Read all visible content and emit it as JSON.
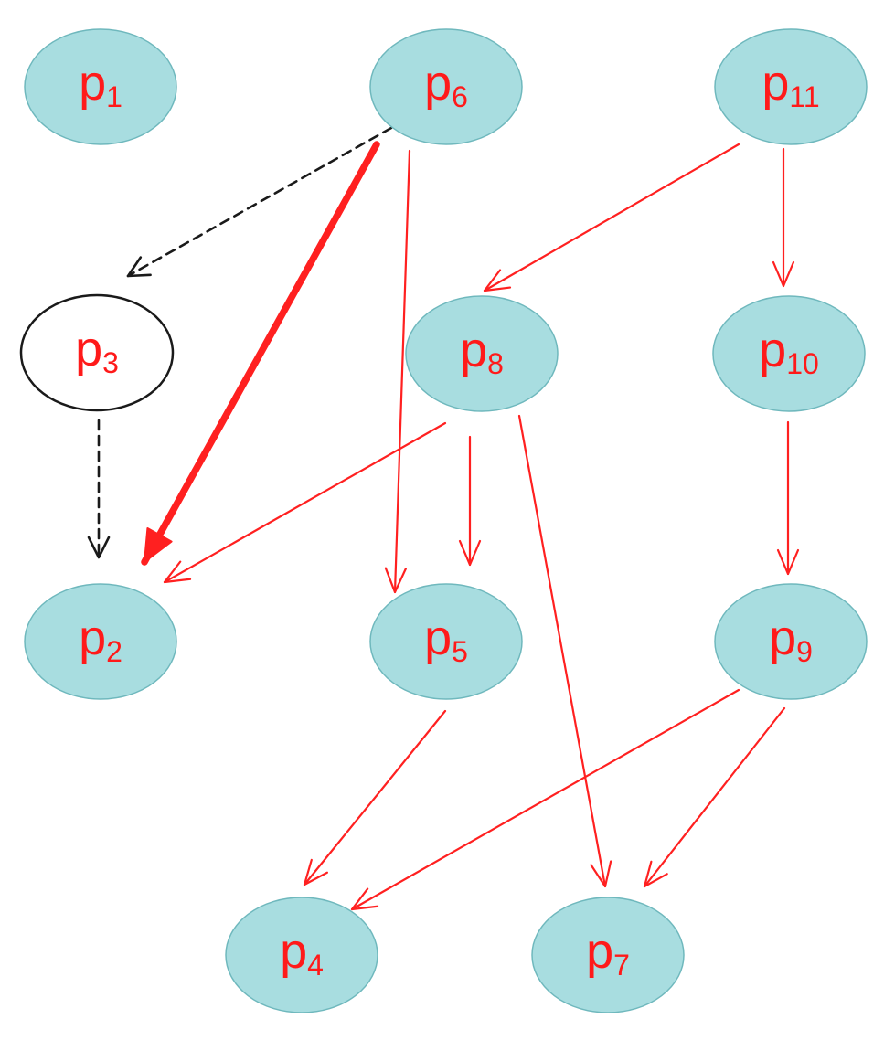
{
  "colors": {
    "node_fill": "#a8dde0",
    "node_stroke": "#6fb8bd",
    "hollow_fill": "#ffffff",
    "hollow_stroke": "#1a1a1a",
    "label": "#ff1a1a",
    "edge_red": "#ff2020",
    "edge_dashed": "#1a1a1a"
  },
  "nodes": [
    {
      "id": "p1",
      "base": "p",
      "sub": "1",
      "style": "filled"
    },
    {
      "id": "p6",
      "base": "p",
      "sub": "6",
      "style": "filled"
    },
    {
      "id": "p11",
      "base": "p",
      "sub": "11",
      "style": "filled"
    },
    {
      "id": "p3",
      "base": "p",
      "sub": "3",
      "style": "hollow"
    },
    {
      "id": "p8",
      "base": "p",
      "sub": "8",
      "style": "filled"
    },
    {
      "id": "p10",
      "base": "p",
      "sub": "10",
      "style": "filled"
    },
    {
      "id": "p2",
      "base": "p",
      "sub": "2",
      "style": "filled"
    },
    {
      "id": "p5",
      "base": "p",
      "sub": "5",
      "style": "filled"
    },
    {
      "id": "p9",
      "base": "p",
      "sub": "9",
      "style": "filled"
    },
    {
      "id": "p4",
      "base": "p",
      "sub": "4",
      "style": "filled"
    },
    {
      "id": "p7",
      "base": "p",
      "sub": "7",
      "style": "filled"
    }
  ],
  "edges": [
    {
      "from": "p6",
      "to": "p3",
      "style": "dashed"
    },
    {
      "from": "p3",
      "to": "p2",
      "style": "dashed"
    },
    {
      "from": "p6",
      "to": "p2",
      "style": "bold"
    },
    {
      "from": "p6",
      "to": "p5",
      "style": "thin"
    },
    {
      "from": "p11",
      "to": "p8",
      "style": "thin"
    },
    {
      "from": "p11",
      "to": "p10",
      "style": "thin"
    },
    {
      "from": "p8",
      "to": "p2",
      "style": "thin"
    },
    {
      "from": "p8",
      "to": "p5",
      "style": "thin"
    },
    {
      "from": "p8",
      "to": "p7",
      "style": "thin"
    },
    {
      "from": "p10",
      "to": "p9",
      "style": "thin"
    },
    {
      "from": "p5",
      "to": "p4",
      "style": "thin"
    },
    {
      "from": "p9",
      "to": "p4",
      "style": "thin"
    },
    {
      "from": "p9",
      "to": "p7",
      "style": "thin"
    }
  ]
}
